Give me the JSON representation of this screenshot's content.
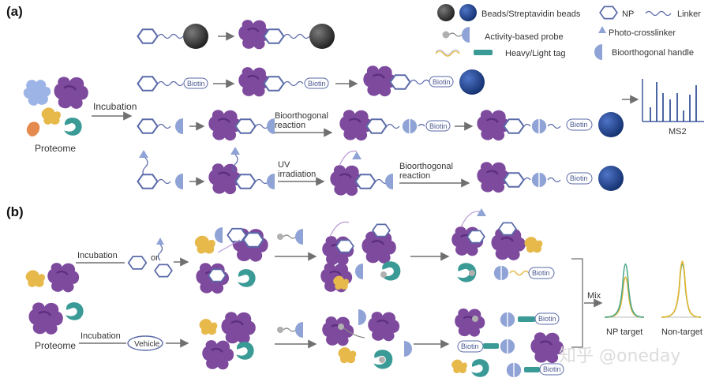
{
  "panels": {
    "a": "(a)",
    "b": "(b)"
  },
  "legend": {
    "beads": "Beads/Streptavidin beads",
    "np": "NP",
    "linker": "Linker",
    "probe": "Activity-based probe",
    "crosslinker": "Photo-crosslinker",
    "tag": "Heavy/Light tag",
    "handle": "Bioorthogonal handle"
  },
  "labels": {
    "proteome_a": "Proteome",
    "incubation_a": "Incubation",
    "bioorthogonal_1": "Bioorthogonal",
    "reaction_1": "reaction",
    "uv_1": "UV",
    "irradiation": "irradiation",
    "bioorthogonal_2": "Bioorthogonal",
    "reaction_2": "reaction",
    "ms2": "MS2",
    "biotin": "Biotin",
    "incubation_b1": "Incubation",
    "or": "or",
    "incubation_b2": "Incubation",
    "vehicle": "Vehicle",
    "proteome_b": "Proteome",
    "mix": "Mix",
    "np_target": "NP target",
    "non_target": "Non-target",
    "watermark": "知乎 @oneday"
  },
  "colors": {
    "purple": "#7d4a9e",
    "np_hex": "#5a6aa8",
    "blue_bead": "#1f3f8c",
    "black_bead": "#2b2b2b",
    "handle": "#8fa3d6",
    "teal": "#3a9a96",
    "yellow": "#e7b94a",
    "orange": "#e58a4e",
    "lightblue": "#9db5e6",
    "grey_probe": "#b0b0b0",
    "green_peak": "#49a88a",
    "yellow_peak": "#e8b62e"
  }
}
